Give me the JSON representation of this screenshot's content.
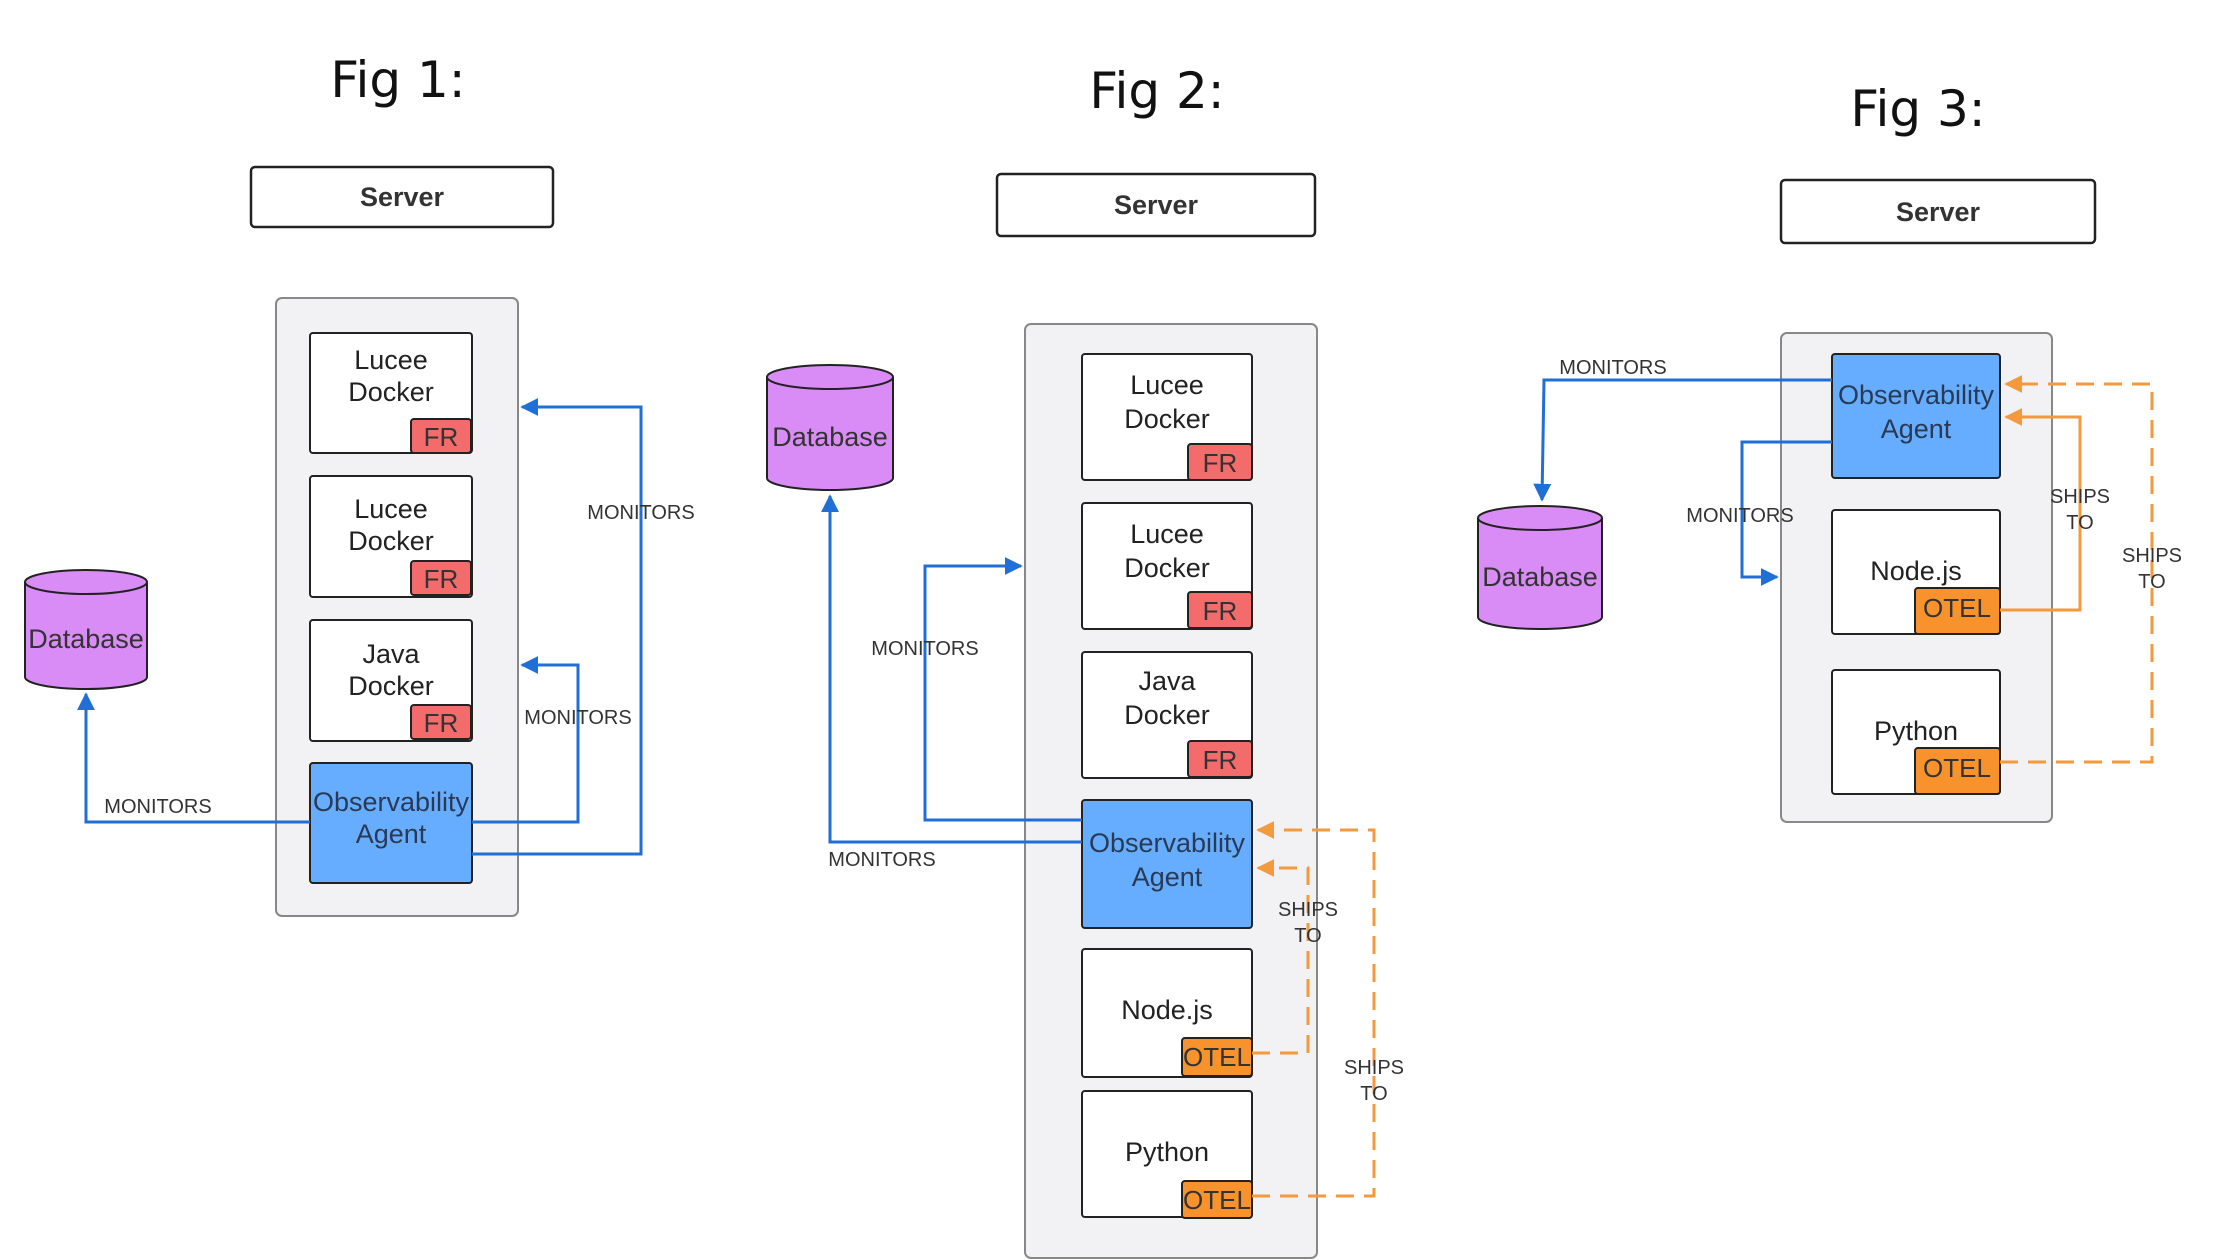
{
  "figures": [
    {
      "title": "Fig 1:",
      "server_label": "Server",
      "nodes": [
        {
          "line1": "Lucee",
          "line2": "Docker",
          "badge": "FR"
        },
        {
          "line1": "Lucee",
          "line2": "Docker",
          "badge": "FR"
        },
        {
          "line1": "Java",
          "line2": "Docker",
          "badge": "FR"
        }
      ],
      "agent": {
        "line1": "Observability",
        "line2": "Agent"
      },
      "database": "Database",
      "edges": [
        {
          "line1": "MONITORS"
        },
        {
          "line1": "MONITORS"
        },
        {
          "line1": "MONITORS"
        }
      ]
    },
    {
      "title": "Fig 2:",
      "server_label": "Server",
      "nodes": [
        {
          "line1": "Lucee",
          "line2": "Docker",
          "badge": "FR"
        },
        {
          "line1": "Lucee",
          "line2": "Docker",
          "badge": "FR"
        },
        {
          "line1": "Java",
          "line2": "Docker",
          "badge": "FR"
        },
        {
          "line1": "Node.js",
          "badge": "OTEL"
        },
        {
          "line1": "Python",
          "badge": "OTEL"
        }
      ],
      "agent": {
        "line1": "Observability",
        "line2": "Agent"
      },
      "database": "Database",
      "edges": [
        {
          "line1": "MONITORS"
        },
        {
          "line1": "MONITORS"
        },
        {
          "line1": "SHIPS",
          "line2": "TO"
        },
        {
          "line1": "SHIPS",
          "line2": "TO"
        }
      ]
    },
    {
      "title": "Fig 3:",
      "server_label": "Server",
      "nodes": [
        {
          "line1": "Node.js",
          "badge": "OTEL"
        },
        {
          "line1": "Python",
          "badge": "OTEL"
        }
      ],
      "agent": {
        "line1": "Observability",
        "line2": "Agent"
      },
      "database": "Database",
      "edges": [
        {
          "line1": "MONITORS"
        },
        {
          "line1": "MONITORS"
        },
        {
          "line1": "SHIPS",
          "line2": "TO"
        },
        {
          "line1": "SHIPS",
          "line2": "TO"
        }
      ]
    }
  ],
  "colors": {
    "monitor_arrow": "#1f6fd6",
    "ships_arrow": "#f39a3e",
    "agent_fill": "#66adff",
    "database_fill": "#d98cf5",
    "fr_badge": "#f36b6b",
    "otel_badge": "#f7922d",
    "server_container": "#f2f2f4"
  }
}
